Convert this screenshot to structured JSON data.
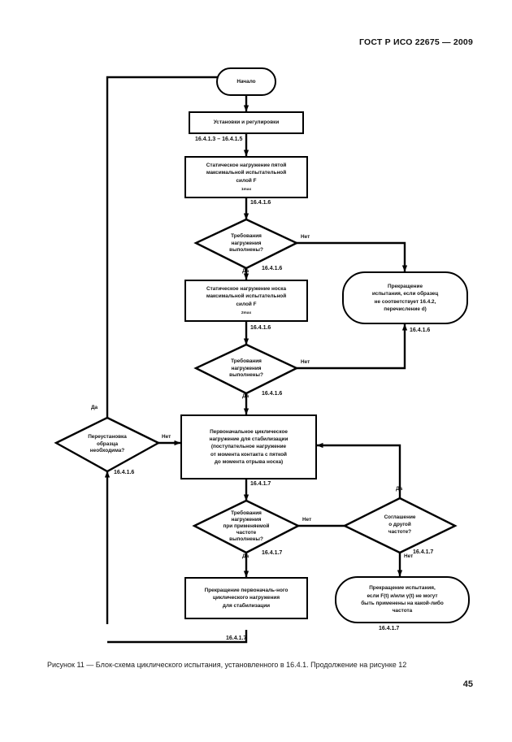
{
  "document": {
    "header": "ГОСТ Р ИСО 22675 — 2009",
    "caption": "Рисунок 11 — Блок-схема  циклического испытания, установленного в 16.4.1. Продолжение на рисунке 12",
    "page_number": "45"
  },
  "flowchart": {
    "nodes": {
      "start": {
        "label": "Начало",
        "shape": "terminator"
      },
      "setup": {
        "label": "Установки и регулировки",
        "shape": "process"
      },
      "static_heel": {
        "line1": "Статическое нагружение пятой",
        "line2": "максимальной испытательной",
        "line3": "силой F",
        "sub": "1max",
        "shape": "process"
      },
      "decision_heel": {
        "line1": "Требования",
        "line2": "нагружения",
        "line3": "выполнены?",
        "shape": "decision"
      },
      "static_toe": {
        "line1": "Статическое нагружение носка",
        "line2": "максимальной испытательной",
        "line3": "силой F",
        "sub": "2max",
        "shape": "process"
      },
      "decision_toe": {
        "line1": "Требования",
        "line2": "нагружения",
        "line3": "выполнены?",
        "shape": "decision"
      },
      "stop_specimen": {
        "line1": "Прекращение",
        "line2": "испытания, если образец",
        "line3": "не соответствует 16.4.2,",
        "line4": "перечисление d)",
        "shape": "terminator"
      },
      "decision_reinstall": {
        "line1": "Переустановка",
        "line2": "образца",
        "line3": "необходима?",
        "shape": "decision"
      },
      "cyclic_initial": {
        "line1": "Первоначальное циклическое",
        "line2": "нагружение для стабилизации",
        "line3": "(поступательное нагружение",
        "line4": "от момента контакта с пяткой",
        "line5": "до момента отрыва носка)",
        "shape": "process"
      },
      "decision_freq": {
        "line1": "Требования",
        "line2": "нагружения",
        "line3": "при применяемой",
        "line4": "частоте",
        "line5": "выполнены?",
        "shape": "decision"
      },
      "decision_agreement": {
        "line1": "Соглашение",
        "line2": "о другой",
        "line3": "частоте?",
        "shape": "decision"
      },
      "stop_cyclic": {
        "line1": "Прекращение первоначаль-ного",
        "line2": "циклического нагружения",
        "line3": "для стабилизации",
        "shape": "process"
      },
      "stop_frequency": {
        "line1": "Прекращение испытания,",
        "line2": "если F(t) и/или γ(t) не могут",
        "line3": "быть применены на какой-либо",
        "line4": "частота",
        "shape": "terminator"
      }
    },
    "clauses": {
      "setup": "16.4.1.3 – 16.4.1.5",
      "static_heel": "16.4.1.6",
      "decision_heel": "16.4.1.6",
      "static_toe": "16.4.1.6",
      "decision_toe": "16.4.1.6",
      "stop_specimen": "16.4.1.6",
      "decision_reinstall": "16.4.1.6",
      "cyclic_initial": "16.4.1.7",
      "decision_freq": "16.4.1.7",
      "decision_agreement": "16.4.1.7",
      "stop_cyclic": "16.4.1.7",
      "stop_frequency": "16.4.1.7"
    },
    "branches": {
      "heel_no": "Нет",
      "heel_yes": "Да",
      "toe_no": "Нет",
      "toe_yes": "Да",
      "reinstall_yes": "Да",
      "reinstall_no": "Нет",
      "freq_no": "Нет",
      "freq_yes": "Да",
      "agreement_yes": "Да",
      "agreement_no": "Нет"
    }
  }
}
